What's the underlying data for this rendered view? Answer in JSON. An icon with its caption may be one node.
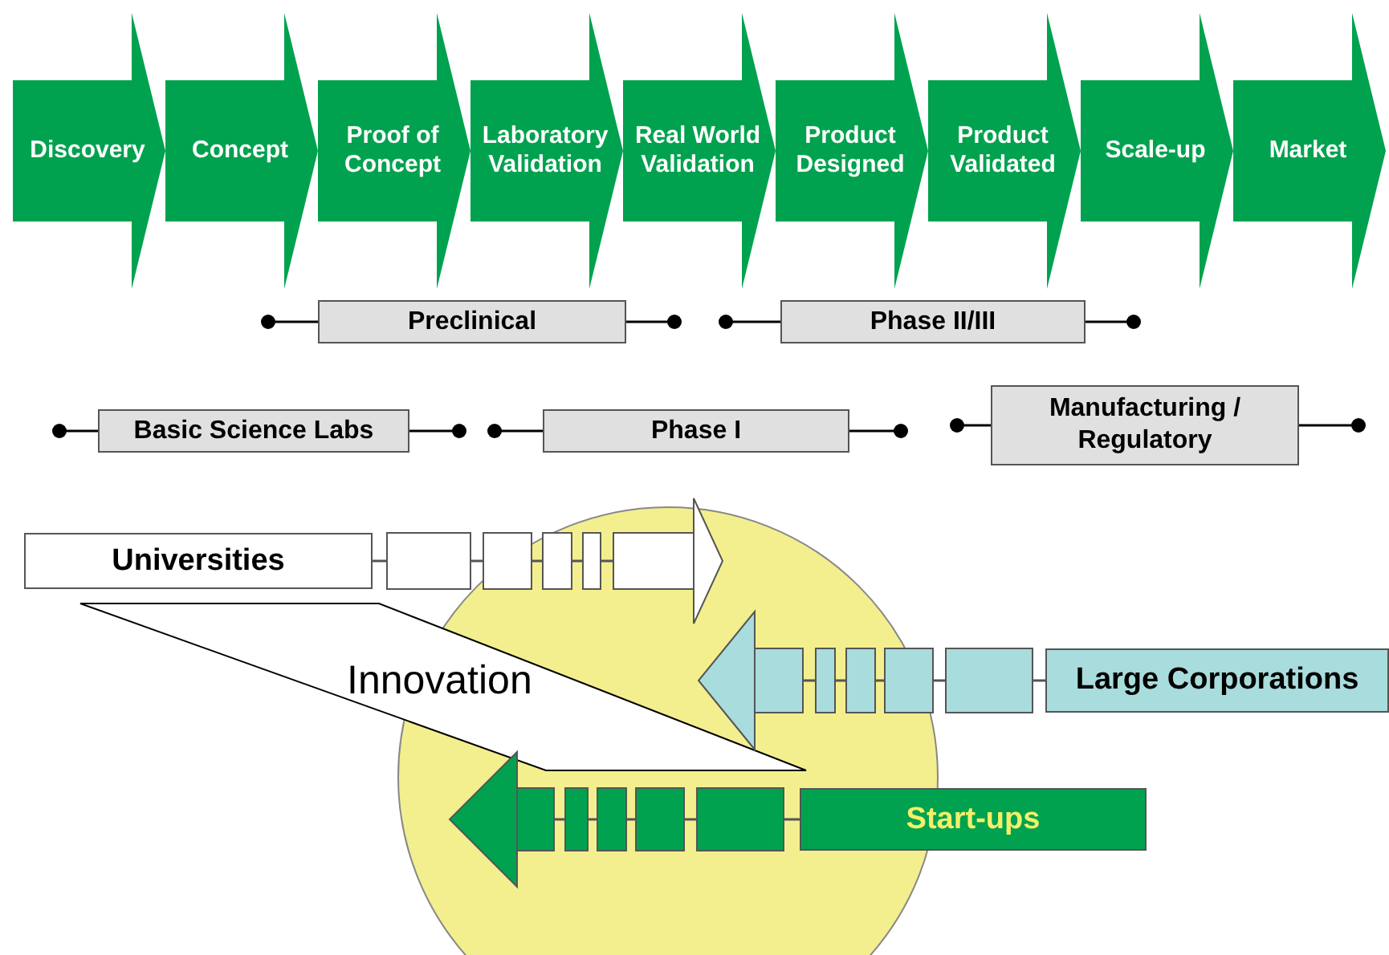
{
  "diagram": {
    "nodes": [
      {
        "text": [
          "Discovery"
        ]
      },
      {
        "text": [
          "Concept"
        ]
      },
      {
        "text": [
          "Proof of Concept"
        ]
      },
      {
        "text": [
          "Laboratory Validation"
        ]
      },
      {
        "text": [
          "Real World Validation"
        ]
      },
      {
        "text": [
          "Product Designed"
        ]
      },
      {
        "text": [
          "Product Validated"
        ]
      },
      {
        "text": [
          "Scale-up"
        ]
      },
      {
        "text": [
          "Market"
        ]
      },
      {
        "text": [
          "Preclinical"
        ]
      },
      {
        "text": [
          "Phase II/III"
        ]
      },
      {
        "text": [
          "Basic Science Labs"
        ]
      },
      {
        "text": [
          "Phase I"
        ]
      },
      {
        "text": [
          "Manufacturing / Regulatory"
        ]
      },
      {
        "text": [
          "Universities"
        ]
      },
      {
        "text": [
          "Large Corporations"
        ]
      },
      {
        "text": [
          "Start-ups"
        ]
      },
      {
        "text": [],
        "shape": "circle"
      },
      {
        "text": [
          "Innovation"
        ]
      }
    ],
    "edges": [
      {
        "from": 14,
        "to": 17,
        "arrow": "to"
      },
      {
        "from": 15,
        "to": 17,
        "arrow": "to"
      },
      {
        "from": 16,
        "to": 17,
        "arrow": "to"
      }
    ]
  }
}
